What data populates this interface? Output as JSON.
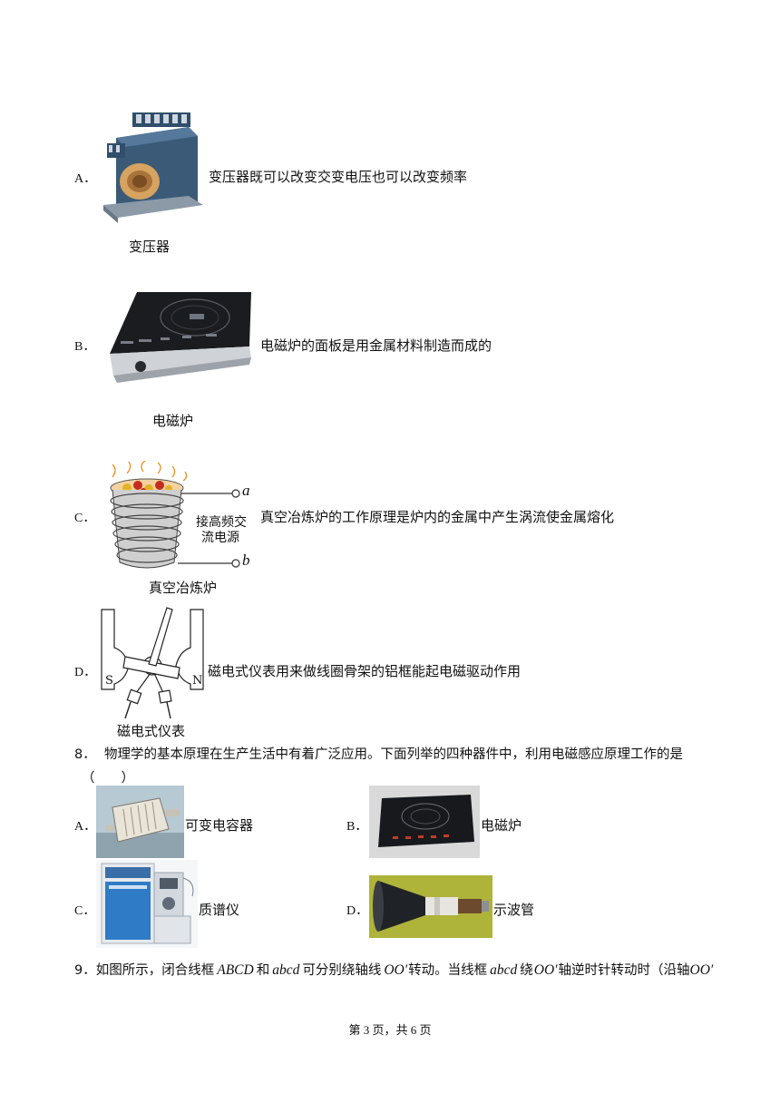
{
  "q7": {
    "options": [
      {
        "letter": "A．",
        "statement": "变压器既可以改变交变电压也可以改变频率",
        "caption": "变压器",
        "figure_icon": "transformer-icon"
      },
      {
        "letter": "B．",
        "statement": "电磁炉的面板是用金属材料制造而成的",
        "caption": "电磁炉",
        "figure_icon": "induction-cooker-icon"
      },
      {
        "letter": "C．",
        "statement": "真空冶炼炉的工作原理是炉内的金属中产生涡流使金属熔化",
        "caption": "真空冶炼炉",
        "figure_labels": {
          "a": "a",
          "b": "b",
          "source_line1": "接高频交",
          "source_line2": "流电源"
        },
        "figure_icon": "vacuum-furnace-icon"
      },
      {
        "letter": "D．",
        "statement": "磁电式仪表用来做线圈骨架的铝框能起电磁驱动作用",
        "caption": "磁电式仪表",
        "figure_labels": {
          "s": "S",
          "n": "N"
        },
        "figure_icon": "moving-coil-meter-icon"
      }
    ]
  },
  "q8": {
    "number": "8．",
    "text": "物理学的基本原理在生产生活中有着广泛应用。下面列举的四种器件中，利用电磁感应原理工作的是",
    "bracket": "（　　）",
    "options": [
      {
        "letter": "A．",
        "label": "可变电容器",
        "figure_icon": "variable-capacitor-photo"
      },
      {
        "letter": "B．",
        "label": "电磁炉",
        "figure_icon": "induction-cooker-photo"
      },
      {
        "letter": "C．",
        "label": "质谱仪",
        "figure_icon": "mass-spectrometer-photo"
      },
      {
        "letter": "D．",
        "label": "示波管",
        "figure_icon": "oscilloscope-tube-photo"
      }
    ]
  },
  "q9": {
    "number": "9．",
    "p1": "如图所示，闭合线框",
    "v1": "ABCD",
    "p2": "和",
    "v2": "abcd",
    "p3": "可分别绕轴线",
    "v3": "OO′",
    "p4": "转动。当线框",
    "v4": "abcd",
    "p5": "绕",
    "v5": "OO′",
    "p6": "轴逆时针转动时（沿轴",
    "v6": "OO′"
  },
  "footer": "第 3 页，共 6 页"
}
